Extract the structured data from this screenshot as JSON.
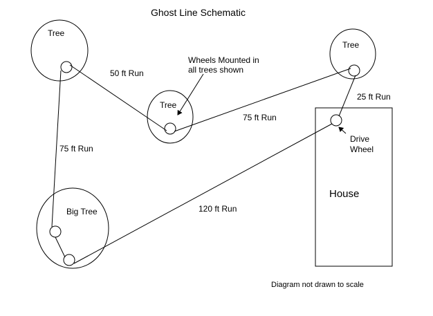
{
  "title": "Ghost Line Schematic",
  "trees": {
    "tree_top_left": "Tree",
    "tree_middle": "Tree",
    "tree_top_right": "Tree",
    "big_tree": "Big Tree"
  },
  "house": "House",
  "runs": {
    "run_50": "50 ft Run",
    "run_75_right": "75 ft Run",
    "run_25": "25 ft Run",
    "run_75_left": "75 ft Run",
    "run_120": "120 ft Run"
  },
  "annotations": {
    "wheels_line1": "Wheels Mounted in",
    "wheels_line2": "all trees shown",
    "drive_line1": "Drive",
    "drive_line2": "Wheel"
  },
  "footer_note": "Diagram not drawn to scale"
}
